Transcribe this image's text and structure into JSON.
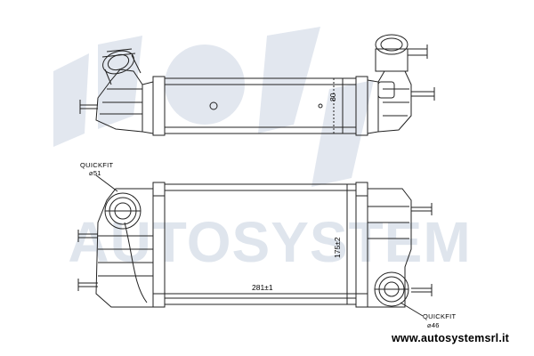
{
  "watermark": {
    "brand_text": "AUTOSYSTEM"
  },
  "website": "www.autosystemsrl.it",
  "annotations": {
    "quickfit_left": "QUICKFIT",
    "quickfit_left_dia": "⌀51",
    "quickfit_right": "QUICKFIT",
    "quickfit_right_dia": "⌀46",
    "top_height_dim": "80",
    "front_width_dim": "281±1",
    "front_height_dim": "175±2"
  },
  "colors": {
    "line": "#222222",
    "watermark": "#96a8c4",
    "background": "#ffffff"
  }
}
